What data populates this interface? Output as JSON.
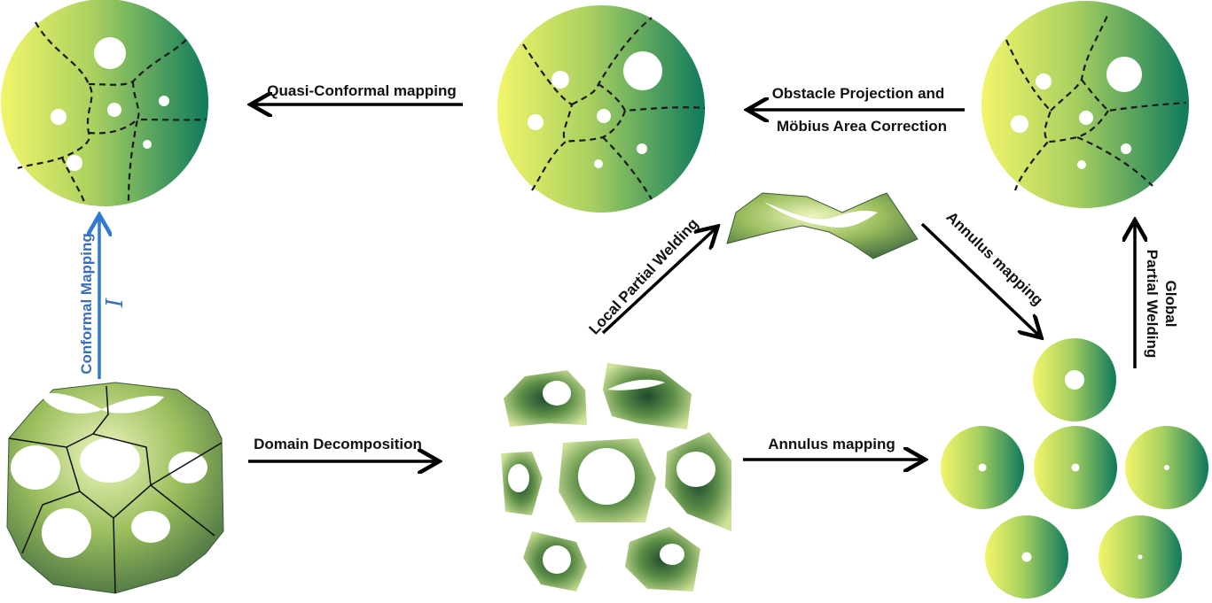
{
  "labels": {
    "quasi_conformal": "Quasi-Conformal mapping",
    "obstacle_line1": "Obstacle Projection and",
    "obstacle_line2": "Möbius Area Correction",
    "conformal": "Conformal Mapping",
    "conformal_symbol": "I",
    "domain_decomposition": "Domain Decomposition",
    "local_partial_welding": "Local Partial Welding",
    "annulus_mapping_diag": "Annulus mapping",
    "annulus_mapping_horiz": "Annulus mapping",
    "global_line1": "Global",
    "global_line2": "Partial Welding"
  },
  "colors": {
    "disk_light": "#f3f56a",
    "disk_mid": "#9ccb5e",
    "disk_dark": "#0e7a5c",
    "surface_light": "#d8e6a0",
    "surface_dark": "#2f5a3a",
    "conformal_arrow": "#2e7bcf",
    "seam": "#1a1a1a"
  }
}
